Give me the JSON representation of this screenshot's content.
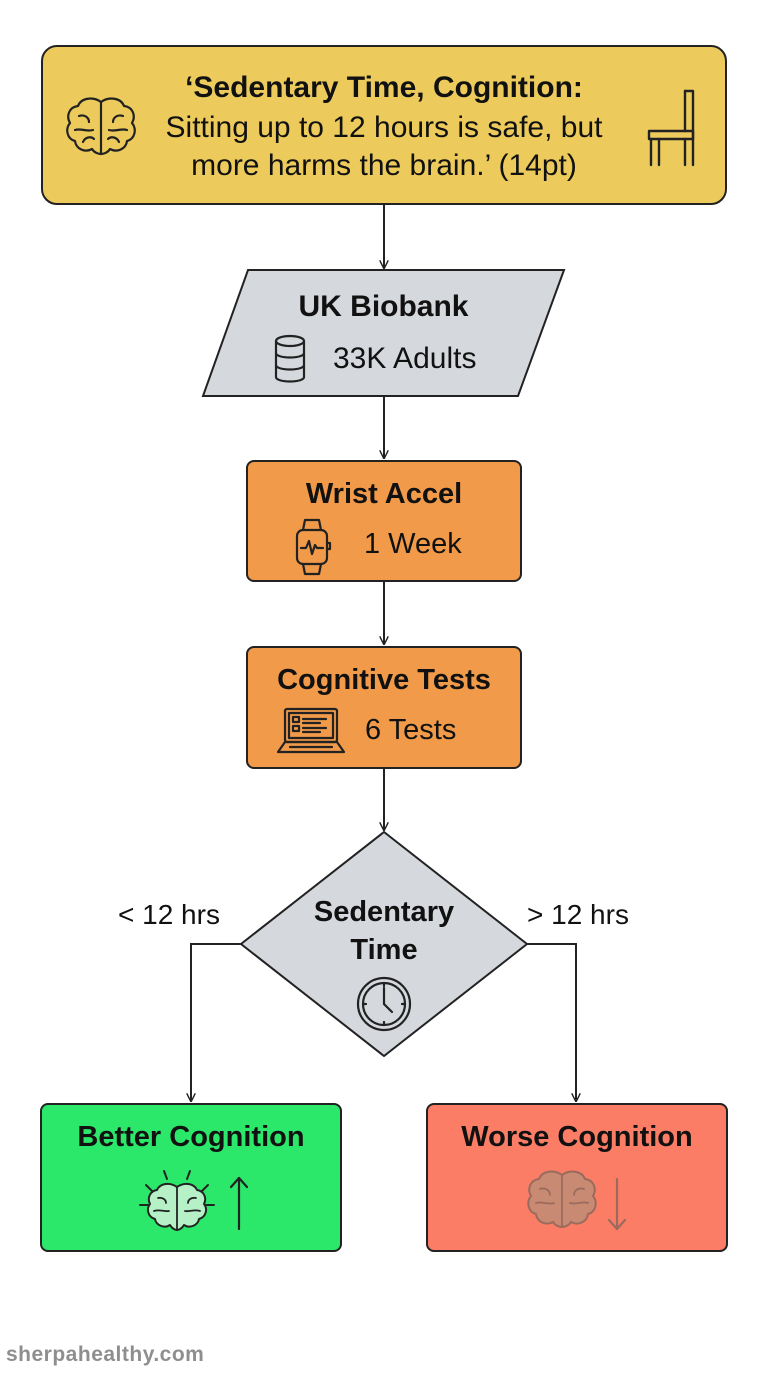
{
  "title": {
    "line1": "‘Sedentary Time, Cognition:",
    "line2": "Sitting up to 12 hours is safe, but more harms the brain.’ (14pt)"
  },
  "source": {
    "label": "UK Biobank",
    "detail": "33K Adults"
  },
  "device": {
    "label": "Wrist Accel",
    "detail": "1 Week"
  },
  "tests": {
    "label": "Cognitive Tests",
    "detail": "6 Tests"
  },
  "decision": {
    "line1": "Sedentary",
    "line2": "Time",
    "left_branch": "< 12 hrs",
    "right_branch": "> 12 hrs"
  },
  "outcomes": {
    "better": "Better Cognition",
    "worse": "Worse Cognition"
  },
  "footer": "sherpahealthy.com",
  "colors": {
    "title_bg": "#eccb5c",
    "source_bg": "#d5d8dd",
    "process_bg": "#f19a49",
    "decision_bg": "#d5d8dd",
    "better_bg": "#2be86a",
    "worse_bg": "#fb7d66"
  },
  "icons": {
    "title_left": "brain-icon",
    "title_right": "chair-icon",
    "source": "database-icon",
    "device": "smartwatch-icon",
    "tests": "laptop-icon",
    "decision": "clock-icon",
    "better": "glowing-brain-icon",
    "better_arrow": "arrow-up-icon",
    "worse": "brain-icon",
    "worse_arrow": "arrow-down-icon"
  }
}
